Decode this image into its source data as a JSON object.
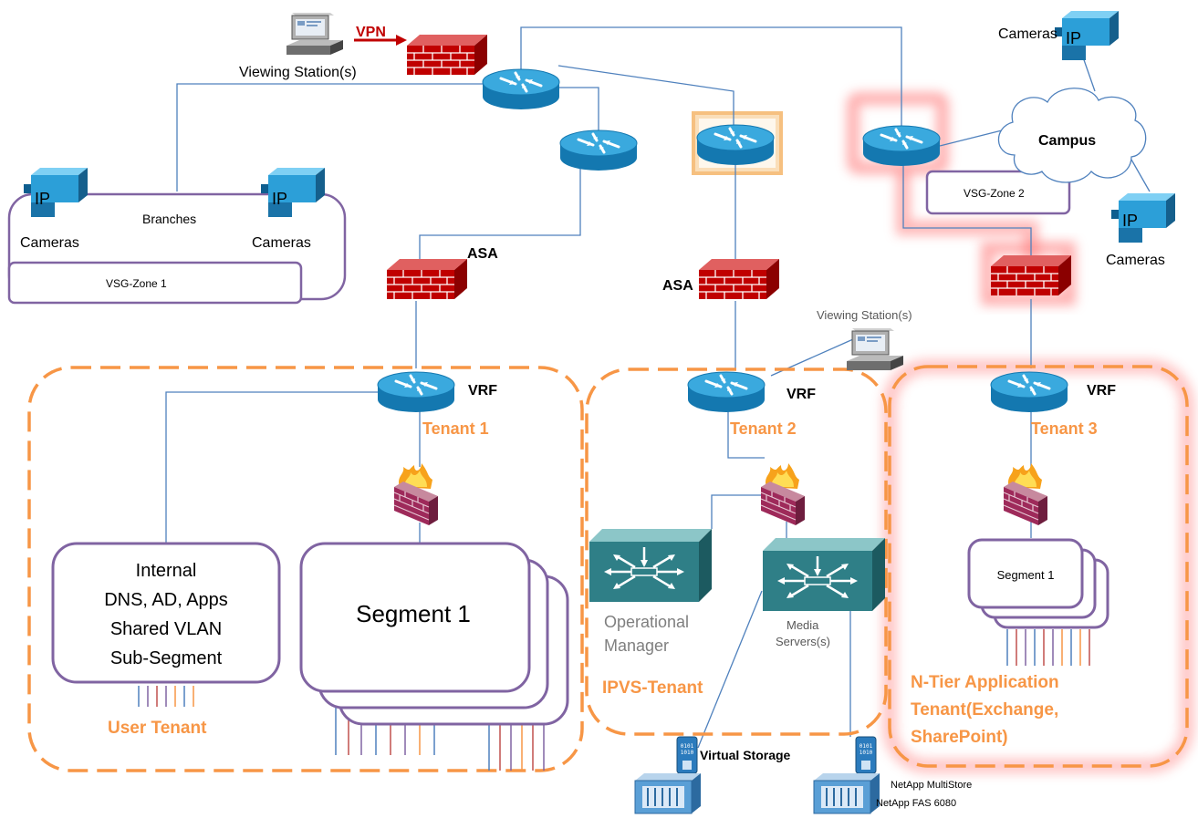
{
  "labels": {
    "vpn": "VPN",
    "viewing_station_top": "Viewing Station(s)",
    "viewing_station_mid": "Viewing Station(s)",
    "cameras_branch_left": "Cameras",
    "cameras_branch_right": "Cameras",
    "cameras_campus_top": "Cameras",
    "cameras_campus_bottom": "Cameras",
    "ip": "IP",
    "branches": "Branches",
    "vsg_zone_1": "VSG-Zone 1",
    "vsg_zone_2": "VSG-Zone 2",
    "campus": "Campus",
    "asa_left": "ASA",
    "asa_mid": "ASA",
    "vrf_1": "VRF",
    "vrf_2": "VRF",
    "vrf_3": "VRF",
    "tenant_1": "Tenant 1",
    "tenant_2": "Tenant 2",
    "tenant_3": "Tenant 3",
    "internal_lines": [
      "Internal",
      "DNS, AD, Apps",
      "Shared VLAN",
      "Sub-Segment"
    ],
    "segment_1_large": "Segment 1",
    "segment_1_small": "Segment 1",
    "user_tenant": "User Tenant",
    "ipvs_tenant": "IPVS-Tenant",
    "operational_manager": [
      "Operational",
      "Manager"
    ],
    "media_servers": [
      "Media",
      "Servers(s)"
    ],
    "ntier_lines": [
      "N-Tier Application",
      "Tenant(Exchange,",
      "SharePoint)"
    ],
    "virtual_storage": "Virtual Storage",
    "netapp_multistore": "NetApp MultiStore",
    "netapp_fas": "NetApp FAS 6080"
  },
  "colors": {
    "tenant_orange": "#f79646",
    "zone_purple": "#8064a2",
    "link_blue": "#4f81bd",
    "router_blue": "#1f8fc4",
    "firewall_red": "#c00000",
    "vpn_red": "#c00000",
    "glow_red": "#ff6666",
    "glow_orange": "#f5b56a"
  },
  "icons": [
    "router-icon",
    "asa-firewall-icon",
    "host-firewall-icon",
    "ip-camera-icon",
    "workstation-icon",
    "switch-icon",
    "storage-icon",
    "cloud-icon"
  ]
}
